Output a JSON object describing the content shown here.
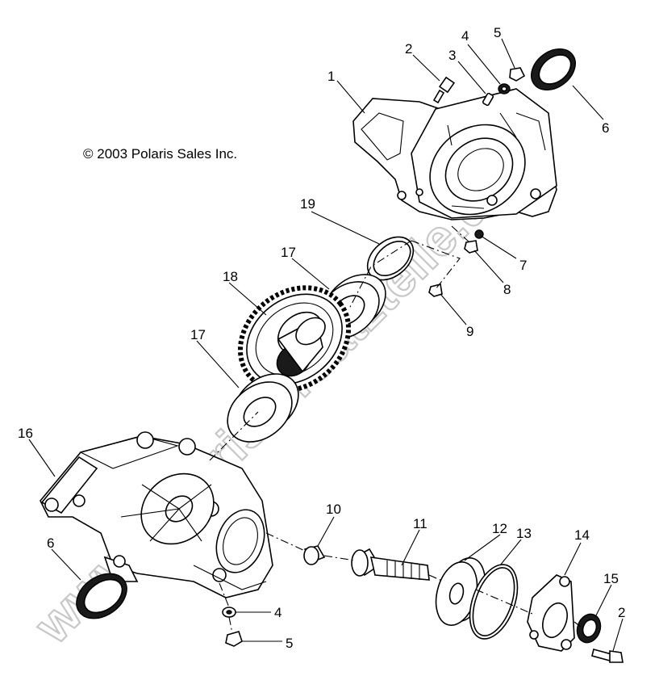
{
  "copyright": "© 2003 Polaris Sales Inc.",
  "watermark": "www.polaris-ersatzteile.de",
  "callouts": [
    {
      "id": "c1",
      "label": "1"
    },
    {
      "id": "c2a",
      "label": "2"
    },
    {
      "id": "c3",
      "label": "3"
    },
    {
      "id": "c4a",
      "label": "4"
    },
    {
      "id": "c5a",
      "label": "5"
    },
    {
      "id": "c6a",
      "label": "6"
    },
    {
      "id": "c7",
      "label": "7"
    },
    {
      "id": "c8",
      "label": "8"
    },
    {
      "id": "c9",
      "label": "9"
    },
    {
      "id": "c19",
      "label": "19"
    },
    {
      "id": "c17a",
      "label": "17"
    },
    {
      "id": "c18",
      "label": "18"
    },
    {
      "id": "c17b",
      "label": "17"
    },
    {
      "id": "c16",
      "label": "16"
    },
    {
      "id": "c6b",
      "label": "6"
    },
    {
      "id": "c10",
      "label": "10"
    },
    {
      "id": "c11",
      "label": "11"
    },
    {
      "id": "c12",
      "label": "12"
    },
    {
      "id": "c13",
      "label": "13"
    },
    {
      "id": "c14",
      "label": "14"
    },
    {
      "id": "c15",
      "label": "15"
    },
    {
      "id": "c2b",
      "label": "2"
    },
    {
      "id": "c4b",
      "label": "4"
    },
    {
      "id": "c5b",
      "label": "5"
    }
  ]
}
